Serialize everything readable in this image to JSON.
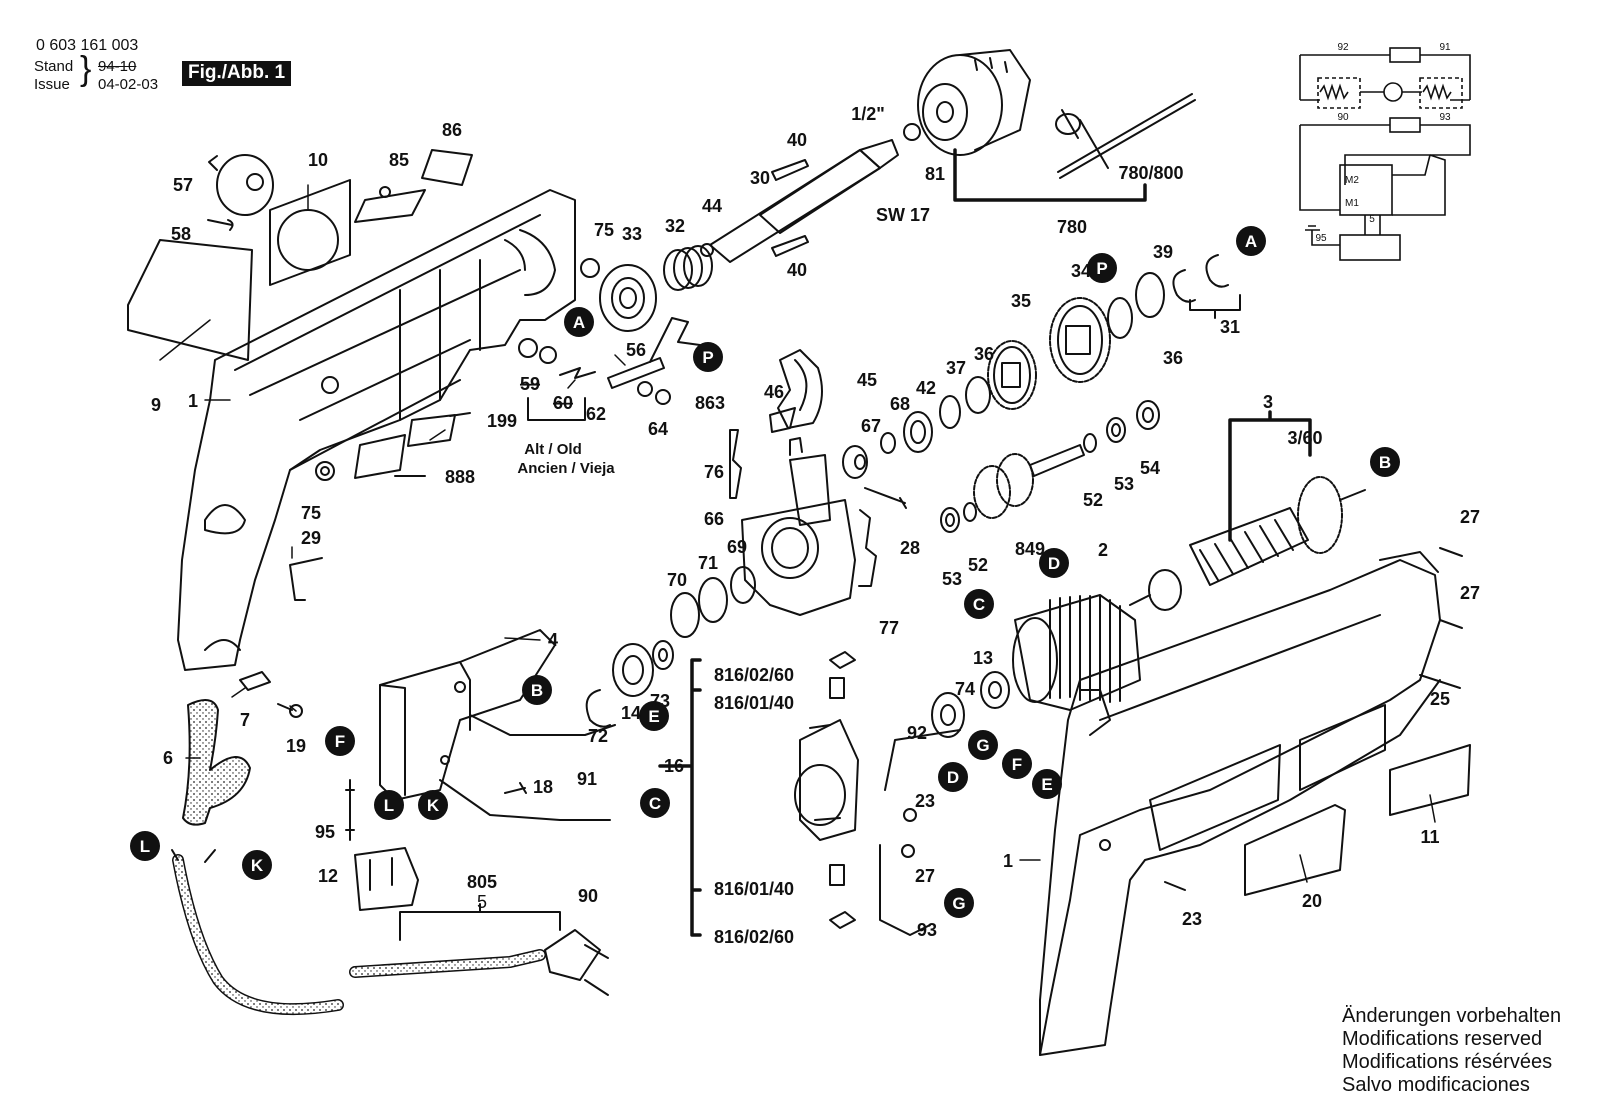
{
  "header": {
    "part_number": "0 603 161 003",
    "stand_label": "Stand",
    "stand_value": "94-10",
    "issue_label": "Issue",
    "issue_value": "04-02-03",
    "figure_label": "Fig./Abb. 1"
  },
  "labels": {
    "l1": "1",
    "l1b": "1",
    "l2": "2",
    "l3": "3",
    "l3_60": "3/60",
    "l4": "4",
    "l6": "6",
    "l7": "7",
    "l9": "9",
    "l10": "10",
    "l11": "11",
    "l12": "12",
    "l13": "13",
    "l14": "14",
    "l16": "16",
    "l18": "18",
    "l19": "19",
    "l20": "20",
    "l23a": "23",
    "l23b": "23",
    "l25": "25",
    "l27a": "27",
    "l27b": "27",
    "l27c": "27",
    "l28": "28",
    "l29": "29",
    "l30": "30",
    "l31": "31",
    "l32": "32",
    "l33": "33",
    "l34": "34",
    "l35": "35",
    "l36a": "36",
    "l36b": "36",
    "l37": "37",
    "l39": "39",
    "l40a": "40",
    "l40b": "40",
    "l42": "42",
    "l44": "44",
    "l45": "45",
    "l46": "46",
    "l52a": "52",
    "l52b": "52",
    "l53a": "53",
    "l53b": "53",
    "l54": "54",
    "l56": "56",
    "l57": "57",
    "l58": "58",
    "l59": "59",
    "l60": "60",
    "l62": "62",
    "l64": "64",
    "l66": "66",
    "l67": "67",
    "l68": "68",
    "l69": "69",
    "l70": "70",
    "l71": "71",
    "l72": "72",
    "l73": "73",
    "l74": "74",
    "l75a": "75",
    "l75b": "75",
    "l76": "76",
    "l77": "77",
    "l81": "81",
    "l85": "85",
    "l86": "86",
    "l90": "90",
    "l91": "91",
    "l92": "92",
    "l93": "93",
    "l95": "95",
    "l199": "199",
    "l780": "780",
    "l780_800": "780/800",
    "l805": "805",
    "l805_5": "5",
    "l849": "849",
    "l863": "863",
    "l888": "888",
    "l816_02_60a": "816/02/60",
    "l816_01_40a": "816/01/40",
    "l816_01_40b": "816/01/40",
    "l816_02_60b": "816/02/60",
    "half_inch": "1/2\"",
    "sw17": "SW 17",
    "alt1": "Alt / Old",
    "alt2": "Ancien / Vieja"
  },
  "connectors": {
    "A1": "A",
    "A2": "A",
    "B1": "B",
    "B2": "B",
    "C1": "C",
    "C2": "C",
    "D1": "D",
    "D2": "D",
    "E1": "E",
    "E2": "E",
    "F1": "F",
    "F2": "F",
    "G1": "G",
    "G2": "G",
    "K1": "K",
    "K2": "K",
    "L1": "L",
    "L2": "L",
    "P1": "P",
    "P2": "P"
  },
  "schematic": {
    "r92": "92",
    "r91": "91",
    "r90": "90",
    "r93": "93",
    "m2": "M2",
    "m1": "M1",
    "s5": "5",
    "b95": "95"
  },
  "notes": [
    "Änderungen vorbehalten",
    "Modifications reserved",
    "Modifications résérvées",
    "Salvo modificaciones"
  ]
}
